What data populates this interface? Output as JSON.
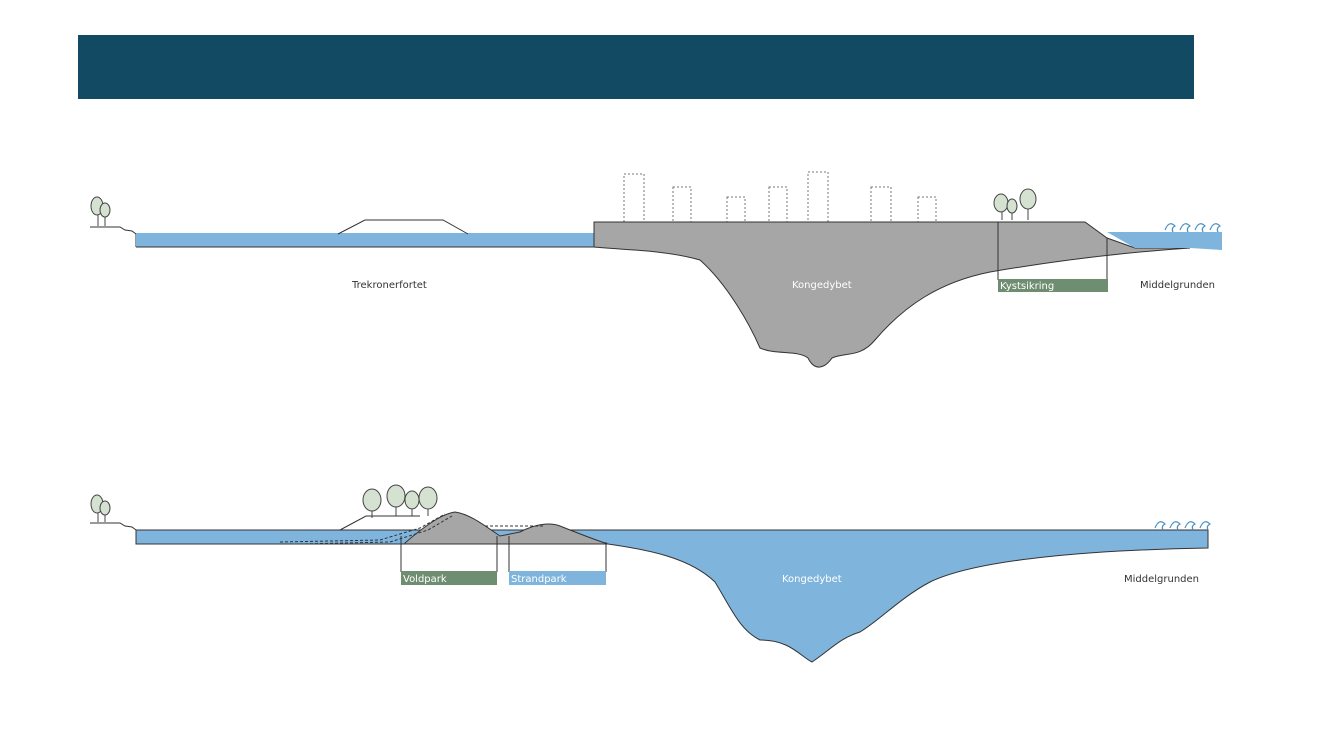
{
  "header": {
    "color": "#124a63"
  },
  "colors": {
    "water": "#7fb5dc",
    "land": "#a6a6a6",
    "park_green": "#6f8d70",
    "tree_fill": "#d5e2d2"
  },
  "section_top": {
    "labels": {
      "trekroner": "Trekronerfortet",
      "kongedybet": "Kongedybet",
      "kystsikring": "Kystsikring",
      "middelgrunden": "Middelgrunden"
    }
  },
  "section_bottom": {
    "labels": {
      "voldpark": "Voldpark",
      "strandpark": "Strandpark",
      "kongedybet": "Kongedybet",
      "middelgrunden": "Middelgrunden"
    }
  }
}
